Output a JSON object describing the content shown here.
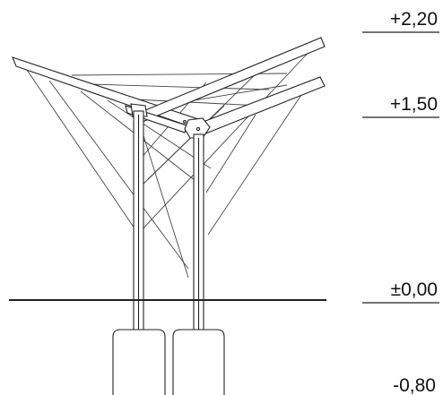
{
  "levels": {
    "top": "+2,20",
    "mid": "+1,50",
    "ground": "±0,00",
    "foundation": "-0,80"
  }
}
